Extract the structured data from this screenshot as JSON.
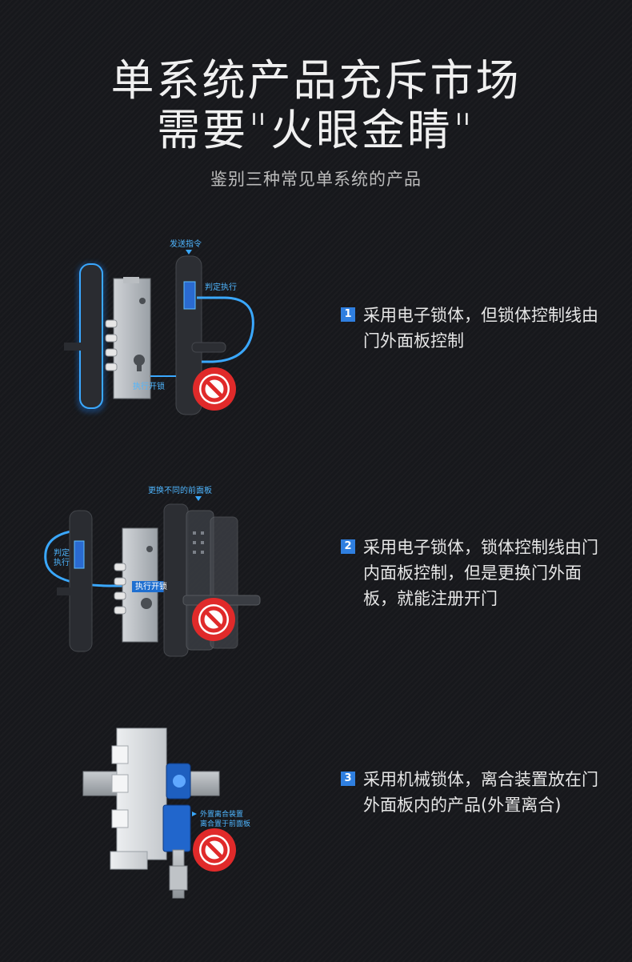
{
  "heading": {
    "line1": "单系统产品充斥市场",
    "line2": "需要\"火眼金睛\"",
    "subtitle": "鉴别三种常见单系统的产品"
  },
  "items": [
    {
      "number": "1",
      "text": "采用电子锁体，但锁体控制线由 门外面板控制",
      "labels": {
        "send_cmd": "发送指令",
        "judge_exec": "判定执行",
        "exec_unlock": "执行开锁"
      }
    },
    {
      "number": "2",
      "text": "采用电子锁体，锁体控制线由门内面板控制，但是更换门外面板，就能注册开门",
      "labels": {
        "swap_panel": "更换不同的前面板",
        "judge": "判定",
        "exec": "执行",
        "exec_unlock": "执行开锁"
      }
    },
    {
      "number": "3",
      "text": "采用机械锁体，离合装置放在门外面板内的产品(外置离合)",
      "labels": {
        "clutch_line1": "外置离合装置",
        "clutch_line2": "离合置于前面板"
      }
    }
  ],
  "colors": {
    "accent_blue": "#2f7fe0",
    "glow_blue": "#3aa8ff",
    "prohibit_red": "#e02a2a"
  }
}
